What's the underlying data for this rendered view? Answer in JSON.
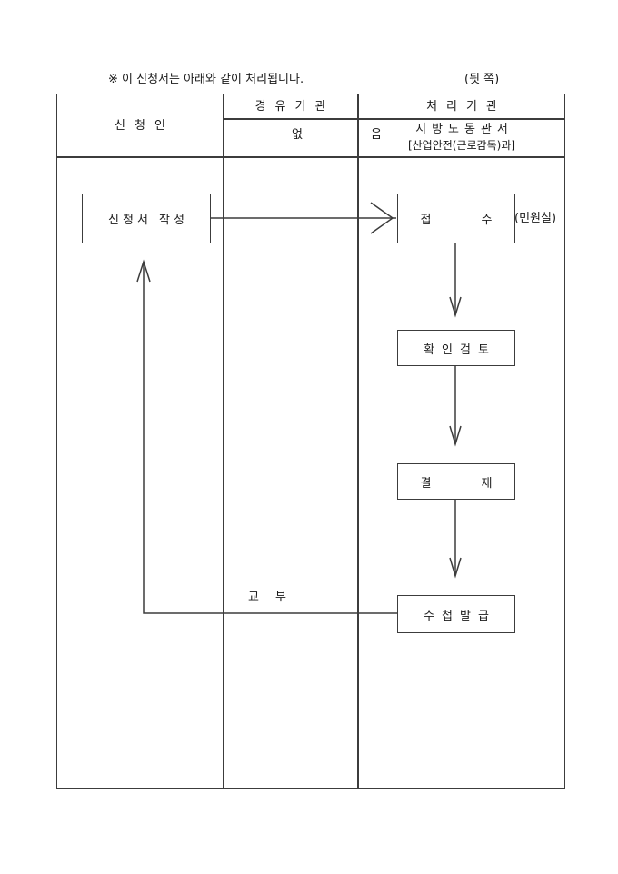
{
  "page": {
    "note": "※ 이 신청서는 아래와 같이 처리됩니다.",
    "side_label": "(뒷 쪽)"
  },
  "table": {
    "applicant_header": "신청인",
    "via_header": "경유기관",
    "via_value": "없음",
    "processing_header": "처리기관",
    "processing_office": "지방노동관서",
    "processing_department": "[산업안전(근로감독)과]"
  },
  "flow": {
    "write_box": "신청서 작성",
    "receipt_box": "접수",
    "receipt_side_note": "(민원실)",
    "review_box": "확인검토",
    "approval_box": "결재",
    "issue_box": "수첩발급",
    "delivery_label": "교부"
  },
  "colors": {
    "line": "#3c3c3c",
    "text": "#1a1a1a",
    "background": "#ffffff"
  }
}
